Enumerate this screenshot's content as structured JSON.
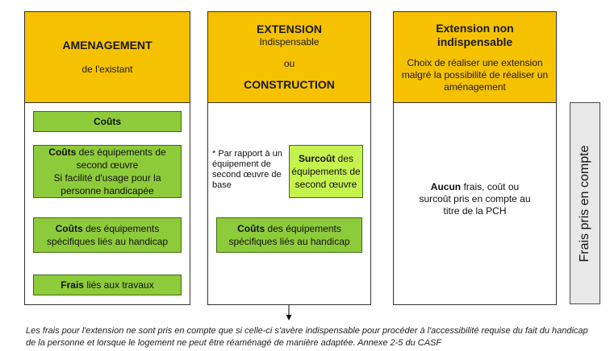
{
  "columns": {
    "col1": {
      "title": "AMENAGEMENT",
      "subtitle": "de l'existant",
      "boxes": [
        {
          "bold": "Coûts",
          "rest": ""
        },
        {
          "bold": "Coûts",
          "rest": " des équipements de second œuvre",
          "line2": "Si facilité d'usage pour la personne handicapée"
        },
        {
          "bold": "Coûts",
          "rest": " des équipements spécifiques liés au handicap"
        },
        {
          "bold": "Frais",
          "rest": " liés aux travaux"
        }
      ]
    },
    "col2": {
      "title": "EXTENSION",
      "subtitle": "Indispensable",
      "or": "ou",
      "title2": "CONSTRUCTION",
      "note": "* Par rapport à un équipement de second œuvre de base",
      "surcout_bold": "Surcoût",
      "surcout_rest": " des équipements de second œuvre",
      "box_bold": "Coûts",
      "box_rest": " des équipements spécifiques liés au handicap"
    },
    "col3": {
      "title": "Extension non indispensable",
      "subtitle": "Choix de réaliser une extension malgré la possibilité de réaliser un aménagement",
      "text_bold": "Aucun",
      "text_rest": " frais, coût ou surcoût pris en compte au titre de la PCH"
    }
  },
  "side_label": "Frais pris en compte",
  "footer": "Les frais pour l'extension ne sont pris en compte que si celle-ci s'avère indispensable pour procéder à l'accessibilité requise du fait du handicap de la personne et lorsque le logement ne peut être réaménagé de manière adaptée. Annexe 2-5 du CASF",
  "colors": {
    "header": "#F6C200",
    "green_box": "#8DCB3A",
    "light_green_box": "#C6F24E",
    "side_label_bg": "#E8E8E8"
  }
}
